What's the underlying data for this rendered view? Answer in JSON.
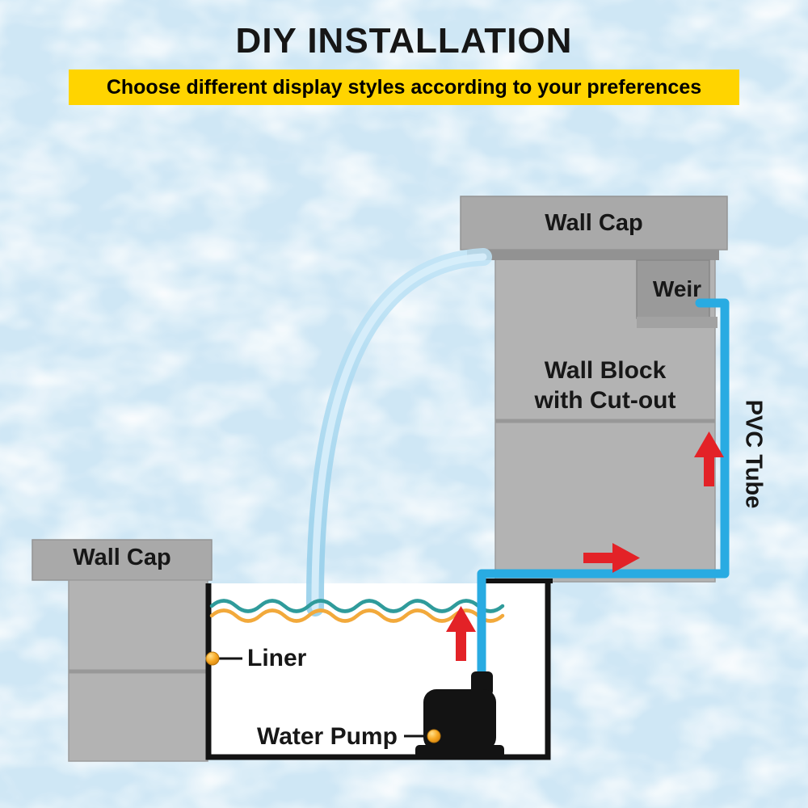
{
  "header": {
    "title": "DIY INSTALLATION",
    "banner_text": "Choose different display styles according to your preferences"
  },
  "labels": {
    "wall_cap_top": "Wall Cap",
    "weir": "Weir",
    "wall_block_line1": "Wall Block",
    "wall_block_line2": "with Cut-out",
    "pvc_tube": "PVC Tube",
    "wall_cap_left": "Wall Cap",
    "liner": "Liner",
    "water_pump": "Water Pump"
  },
  "colors": {
    "background_blue": "#cfe7f5",
    "banner_yellow": "#ffd400",
    "wall_gray": "#b3b3b3",
    "wall_gray_dark": "#9a9a9a",
    "tube_blue": "#29abe2",
    "stream_blue": "#9fd4ee",
    "arrow_red": "#e32227",
    "marker_yellow": "#f7a823",
    "wave_teal": "#2f9b9b",
    "wave_orange": "#f2a93b",
    "liner_black": "#131313"
  }
}
